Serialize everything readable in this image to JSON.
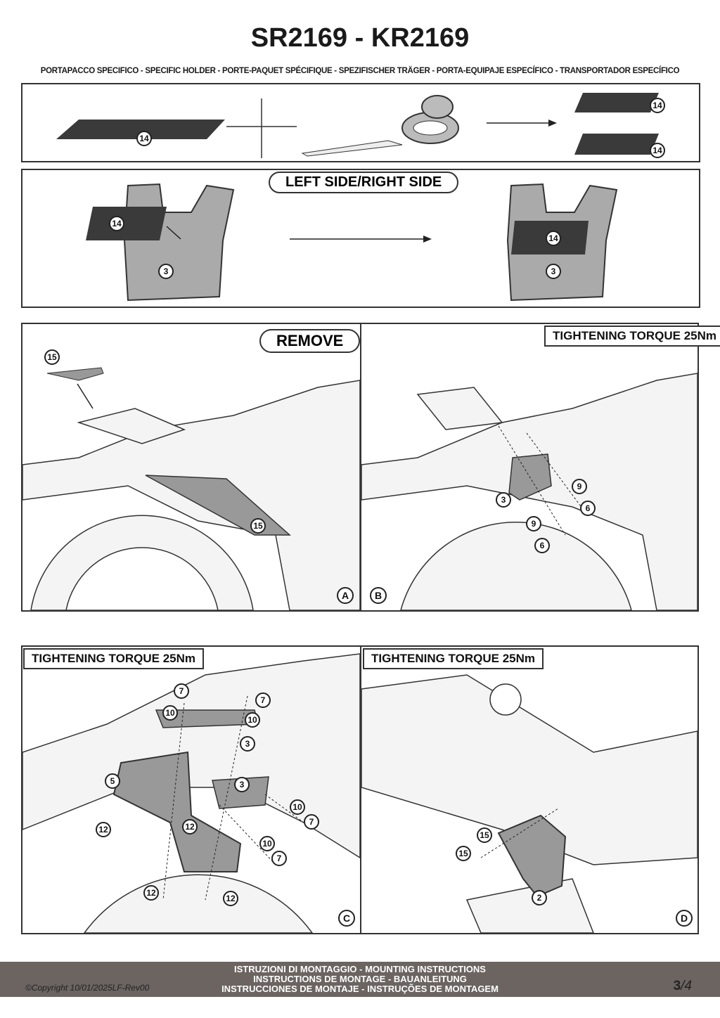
{
  "header": {
    "title": "SR2169 - KR2169",
    "subtitle": "PORTAPACCO SPECIFICO - SPECIFIC HOLDER - PORTE-PAQUET SPÉCIFIQUE - SPEZIFISCHER TRÄGER - PORTA-EQUIPAJE ESPECÍFICO - TRANSPORTADOR ESPECÍFICO"
  },
  "step_cut": {
    "callouts": [
      "14",
      "14",
      "14"
    ]
  },
  "step_apply": {
    "label": "LEFT SIDE/RIGHT SIDE",
    "callouts": [
      "14",
      "3",
      "14",
      "3"
    ]
  },
  "panel_a": {
    "label": "REMOVE",
    "letter": "A",
    "callouts": [
      "15",
      "15"
    ]
  },
  "panel_b": {
    "label": "TIGHTENING TORQUE 25Nm",
    "letter": "B",
    "callouts": [
      "9",
      "3",
      "6",
      "9",
      "6"
    ]
  },
  "panel_c": {
    "label": "TIGHTENING TORQUE 25Nm",
    "letter": "C",
    "callouts": [
      "7",
      "7",
      "10",
      "10",
      "3",
      "3",
      "5",
      "12",
      "12",
      "10",
      "7",
      "10",
      "7",
      "12",
      "12"
    ]
  },
  "panel_d": {
    "label": "TIGHTENING TORQUE 25Nm",
    "letter": "D",
    "callouts": [
      "15",
      "15",
      "2"
    ]
  },
  "footer": {
    "lines": [
      "ISTRUZIONI DI MONTAGGIO  -  MOUNTING INSTRUCTIONS",
      "INSTRUCTIONS DE MONTAGE - BAUANLEITUNG",
      "INSTRUCCIONES DE MONTAJE - INSTRUÇÕES DE MONTAGEM"
    ],
    "copyright": "©Copyright 10/01/2025LF-Rev00",
    "page": "3",
    "total": "/4"
  }
}
